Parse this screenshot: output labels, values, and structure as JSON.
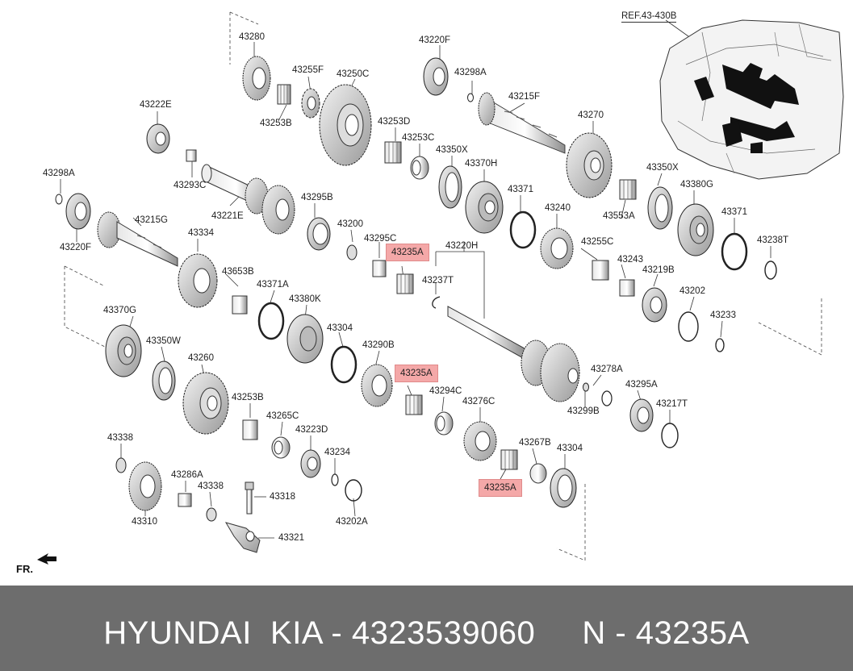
{
  "diagram": {
    "ref_label": "REF.43-430B",
    "fr_label": "FR.",
    "labels": [
      "43280",
      "43255F",
      "43250C",
      "43253B",
      "43220F",
      "43298A",
      "43215F",
      "43222E",
      "43253D",
      "43253C",
      "43270",
      "43350X",
      "43370H",
      "43293C",
      "43298A",
      "43221E",
      "43295B",
      "43350X",
      "43380G",
      "43215G",
      "43371",
      "43240",
      "43553A",
      "43220F",
      "43200",
      "43334",
      "43295C",
      "43220H",
      "43255C",
      "43371",
      "43238T",
      "43653B",
      "43237T",
      "43243",
      "43219B",
      "43371A",
      "43380K",
      "43202",
      "43370G",
      "43233",
      "43304",
      "43350W",
      "43290B",
      "43260",
      "43278A",
      "43294C",
      "43253B",
      "43276C",
      "43295A",
      "43299B",
      "43265C",
      "43217T",
      "43223D",
      "43338",
      "43267B",
      "43304",
      "43234",
      "43286A",
      "43338",
      "43318",
      "43202A",
      "43310",
      "43321"
    ],
    "highlighted_labels": [
      "43235A",
      "43235A",
      "43235A"
    ]
  },
  "footer": {
    "text": "HYUNDAI  KIA - 4323539060     N - 43235A"
  }
}
